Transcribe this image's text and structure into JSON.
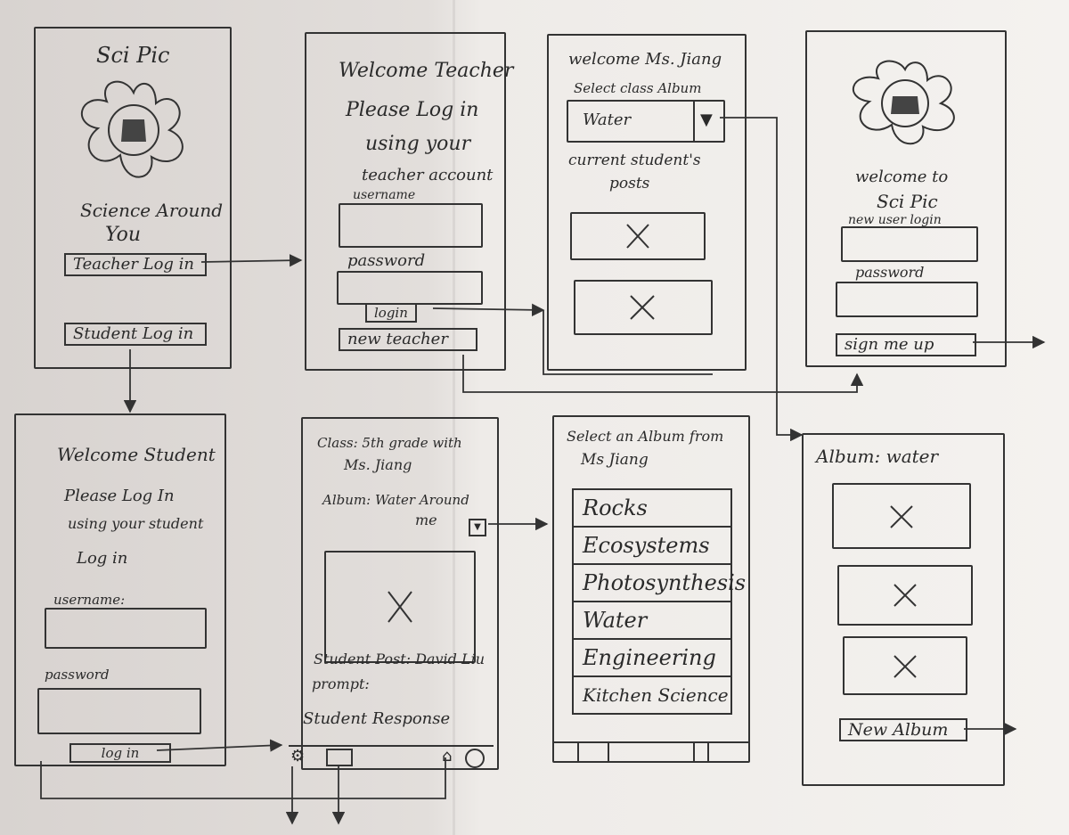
{
  "screens": {
    "home": {
      "app_name": "Sci Pic",
      "tagline_1": "Science Around",
      "tagline_2": "You",
      "teacher_login": "Teacher Log in",
      "student_login": "Student Log in"
    },
    "teacher_login": {
      "line_1": "Welcome Teacher",
      "line_2": "Please Log in",
      "line_3": "using your",
      "line_4": "teacher account",
      "username_label": "username",
      "password_label": "password",
      "login_button": "login",
      "new_teacher_button": "new teacher"
    },
    "teacher_dashboard": {
      "welcome": "welcome Ms. Jiang",
      "select_label": "Select class Album",
      "selected_album": "Water",
      "posts_1": "current student's",
      "posts_2": "posts"
    },
    "signup": {
      "welcome_1": "welcome to",
      "welcome_2": "Sci Pic",
      "new_user_label": "new user login",
      "password_label": "password",
      "signup_button": "sign me up"
    },
    "student_login": {
      "line_1": "Welcome Student",
      "line_2": "Please Log In",
      "line_3": "using your student",
      "line_4": "Log in",
      "username_label": "username:",
      "password_label": "password",
      "login_button": "log in"
    },
    "student_post": {
      "class_1": "Class: 5th grade with",
      "class_2": "Ms. Jiang",
      "album_1": "Album: Water Around",
      "album_2": "me",
      "student_post": "Student Post: David Liu",
      "prompt": "prompt:",
      "response": "Student Response"
    },
    "album_select": {
      "title_1": "Select an Album from",
      "title_2": "Ms Jiang",
      "albums": [
        "Rocks",
        "Ecosystems",
        "Photosynthesis",
        "Water",
        "Engineering",
        "Kitchen Science"
      ]
    },
    "album_view": {
      "title": "Album: water",
      "new_album_button": "New Album"
    }
  }
}
